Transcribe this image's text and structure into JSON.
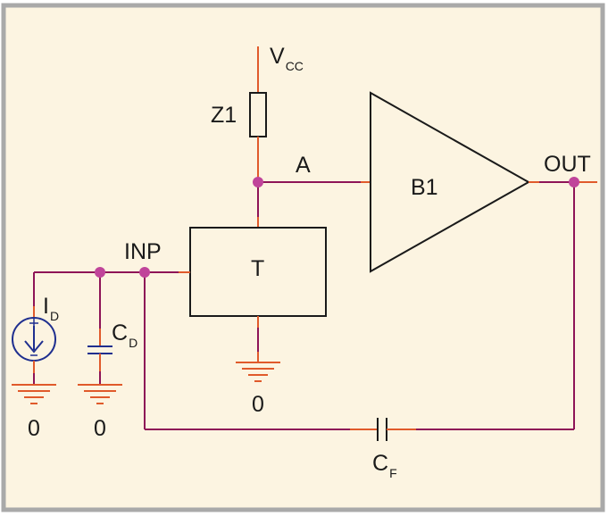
{
  "colors": {
    "background": "#fcf4e1",
    "frame": "#a9a9a9",
    "wire": "#8e1457",
    "terminal_lead": "#e05a2b",
    "node_dot": "#c0449a",
    "component_outline": "#1a1a1a",
    "capacitor_plate": "#1f2f8f",
    "source_symbol": "#1f2f8f"
  },
  "labels": {
    "vcc_main": "V",
    "vcc_sub": "CC",
    "z1": "Z1",
    "node_a": "A",
    "amp": "B1",
    "out": "OUT",
    "inp": "INP",
    "transistor": "T",
    "id_main": "I",
    "id_sub": "D",
    "cd_main": "C",
    "cd_sub": "D",
    "cf_main": "C",
    "cf_sub": "F",
    "gnd_source": "0",
    "gnd_cd": "0",
    "gnd_t": "0"
  }
}
